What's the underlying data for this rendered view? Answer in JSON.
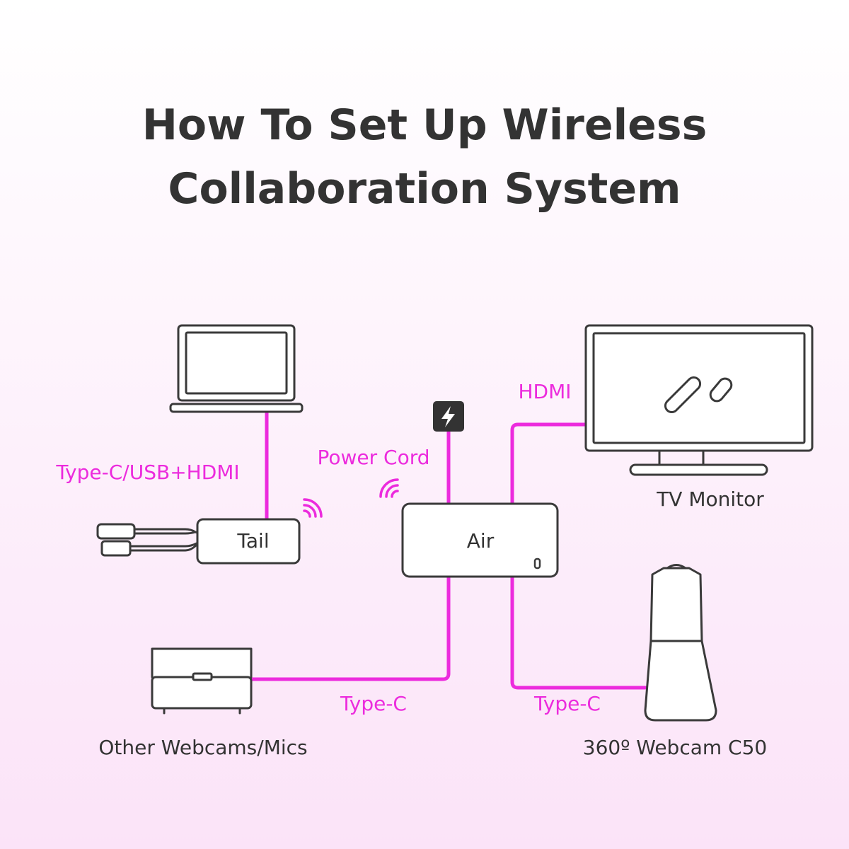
{
  "title": {
    "line1": "How To Set Up Wireless",
    "line2": "Collaboration System"
  },
  "devices": {
    "laptop": {
      "icon": "laptop-icon"
    },
    "tail": {
      "label": "Tail",
      "icon": "tail-dongle-icon"
    },
    "air": {
      "label": "Air",
      "icon": "air-hub-icon"
    },
    "power": {
      "icon": "lightning-icon"
    },
    "tv": {
      "label": "TV Monitor",
      "icon": "tv-monitor-icon"
    },
    "webcam_c50": {
      "label": "360º Webcam C50",
      "icon": "webcam-c50-icon"
    },
    "other": {
      "label": "Other Webcams/Mics",
      "icon": "webcam-mic-icon"
    }
  },
  "connections": {
    "laptop_tail": "Type-C/USB+HDMI",
    "power_cord": "Power Cord",
    "hdmi": "HDMI",
    "type_c_left": "Type-C",
    "type_c_right": "Type-C"
  },
  "colors": {
    "cable": "#ec2bdd",
    "text": "#333333",
    "outline": "#3a3a3a"
  }
}
